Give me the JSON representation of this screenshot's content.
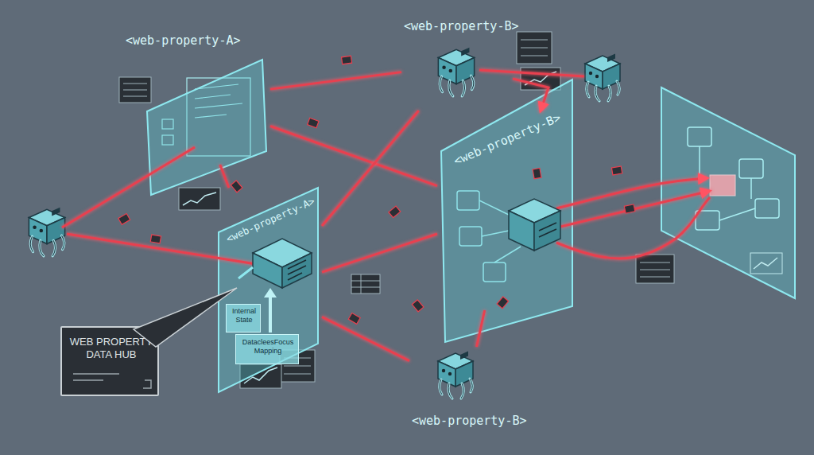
{
  "diagram": {
    "nodes": [
      {
        "text": [
          "<web-property-A>"
        ]
      },
      {
        "text": [
          "<web-property-B>"
        ]
      },
      {
        "text": [
          "<web-property-B>"
        ]
      },
      {
        "text": [
          "<web-property-A>"
        ]
      },
      {
        "text": [
          "Internal State"
        ],
        "in": 3
      },
      {
        "text": [
          "DatacleesFocus Mapping"
        ],
        "in": 3
      },
      {
        "text": [
          "<web-property-B>"
        ]
      },
      {
        "text": [
          "WEB PROPERTY DATA HUB"
        ]
      }
    ],
    "edges": [
      {
        "from": 0,
        "to": 3,
        "arrow": "none"
      },
      {
        "from": 0,
        "to": 1,
        "arrow": "none"
      },
      {
        "from": 0,
        "to": 2,
        "arrow": "none"
      },
      {
        "from": 3,
        "to": 1,
        "arrow": "none"
      },
      {
        "from": 3,
        "to": 2,
        "arrow": "none"
      },
      {
        "from": 3,
        "to": 6,
        "arrow": "none"
      },
      {
        "from": 6,
        "to": 2,
        "arrow": "none"
      },
      {
        "from": 1,
        "to": 2,
        "arrow": "to"
      }
    ]
  }
}
